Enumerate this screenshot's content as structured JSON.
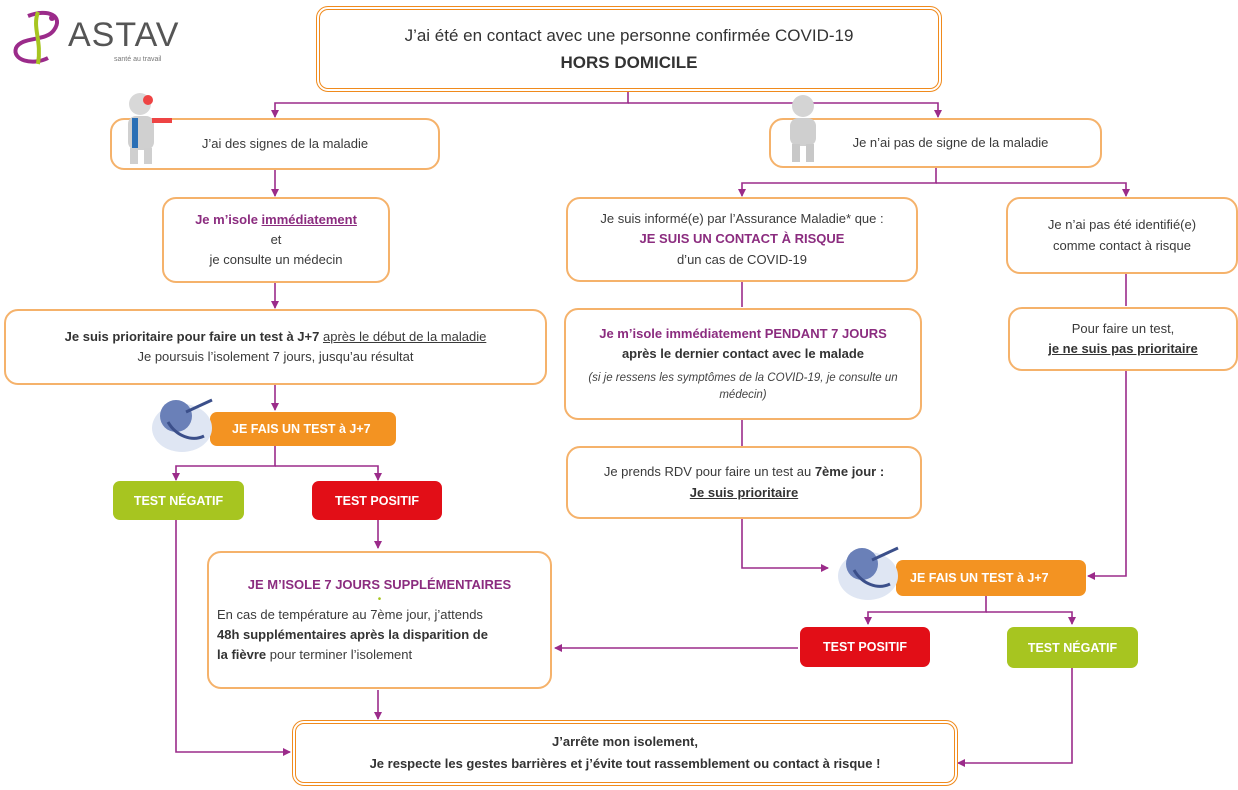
{
  "logo": {
    "name": "ASTAV",
    "tagline": "santé au travail"
  },
  "header": {
    "line1": "J’ai été en contact avec une personne confirmée COVID-19",
    "line2": "HORS DOMICILE"
  },
  "left": {
    "signs": "J’ai des signes de la maladie",
    "isolate": {
      "pre": "Je m’isole ",
      "key": "immédiatement",
      "mid": "et",
      "post": "je consulte un médecin"
    },
    "priority": {
      "lead": "Je suis prioritaire pour faire un test à J+7",
      "tail": "après le début de la maladie",
      "line2": "Je poursuis l’isolement 7 jours,  jusqu’au résultat"
    },
    "test": "JE FAIS UN TEST à J+7",
    "neg": "TEST NÉGATIF",
    "pos": "TEST POSITIF",
    "extra": {
      "title": "JE M’ISOLE 7 JOURS SUPPLÉMENTAIRES",
      "dot": "•",
      "t1": "En cas de température au 7ème jour, j’attends",
      "t2": "48h supplémentaires après la disparition de",
      "t3b": "la fièvre",
      "t3": " pour terminer l’isolement"
    }
  },
  "right": {
    "nosigns": "Je n’ai pas de signe de la maladie",
    "informed": {
      "l1": "Je suis informé(e) par l’Assurance Maladie* que :",
      "l2": "JE SUIS UN CONTACT À RISQUE",
      "l3": "d’un cas de COVID-19"
    },
    "notid": {
      "l1": "Je n’ai pas été identifié(e)",
      "l2": "comme contact à risque"
    },
    "isolate7": {
      "a": "Je m’isole immédiatement ",
      "b": "PENDANT 7 JOURS",
      "l2": "après le dernier contact avec le malade",
      "l3": "(si je ressens les symptômes de la COVID-19, je consulte un médecin)"
    },
    "notprio": {
      "l1": "Pour faire un test,",
      "l2": "je ne suis pas prioritaire"
    },
    "rdv": {
      "l1": "Je prends RDV pour faire un test au ",
      "l1b": "7ème jour :",
      "l2": "Je suis prioritaire"
    },
    "test": "JE FAIS UN TEST à J+7",
    "pos": "TEST POSITIF",
    "neg": "TEST NÉGATIF"
  },
  "end": {
    "l1": "J’arrête mon isolement,",
    "l2": "Je respecte les gestes barrières et j’évite tout rassemblement ou contact à risque !"
  },
  "colors": {
    "arrow": "#9b2b8a",
    "orange": "#f39322",
    "border": "#f5b26b",
    "red": "#e20e17",
    "green": "#a7c520"
  }
}
